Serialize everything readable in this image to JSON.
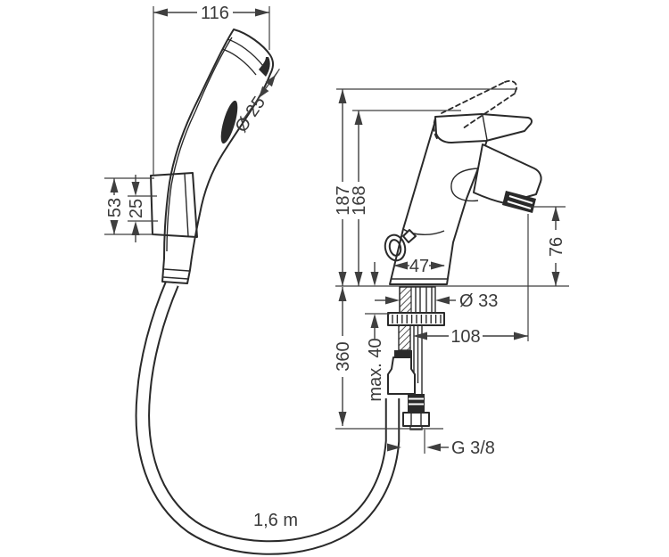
{
  "drawing": {
    "kind": "technical dimension drawing",
    "subject": "hand shower with holder, hose and single-lever basin mixer",
    "dimensions": {
      "hand_shower_width": "116",
      "spray_face_diameter": "Ø 25",
      "holder_height": "53",
      "holder_inner_spacing": "25",
      "total_height": "187",
      "height_to_spout": "168",
      "spout_outlet_height": "76",
      "base_width": "47",
      "tap_hole_diameter": "Ø 33",
      "spout_reach": "108",
      "supply_length": "360",
      "max_deck_thickness": "max. 40",
      "connection_thread": "G 3/8",
      "hose_length": "1,6 m"
    }
  },
  "theme": {
    "background": "#ffffff",
    "drawing_line_color": "#2a2a2a",
    "dimension_line_color": "#3f3f3f",
    "text_color": "#3a3a3a"
  }
}
